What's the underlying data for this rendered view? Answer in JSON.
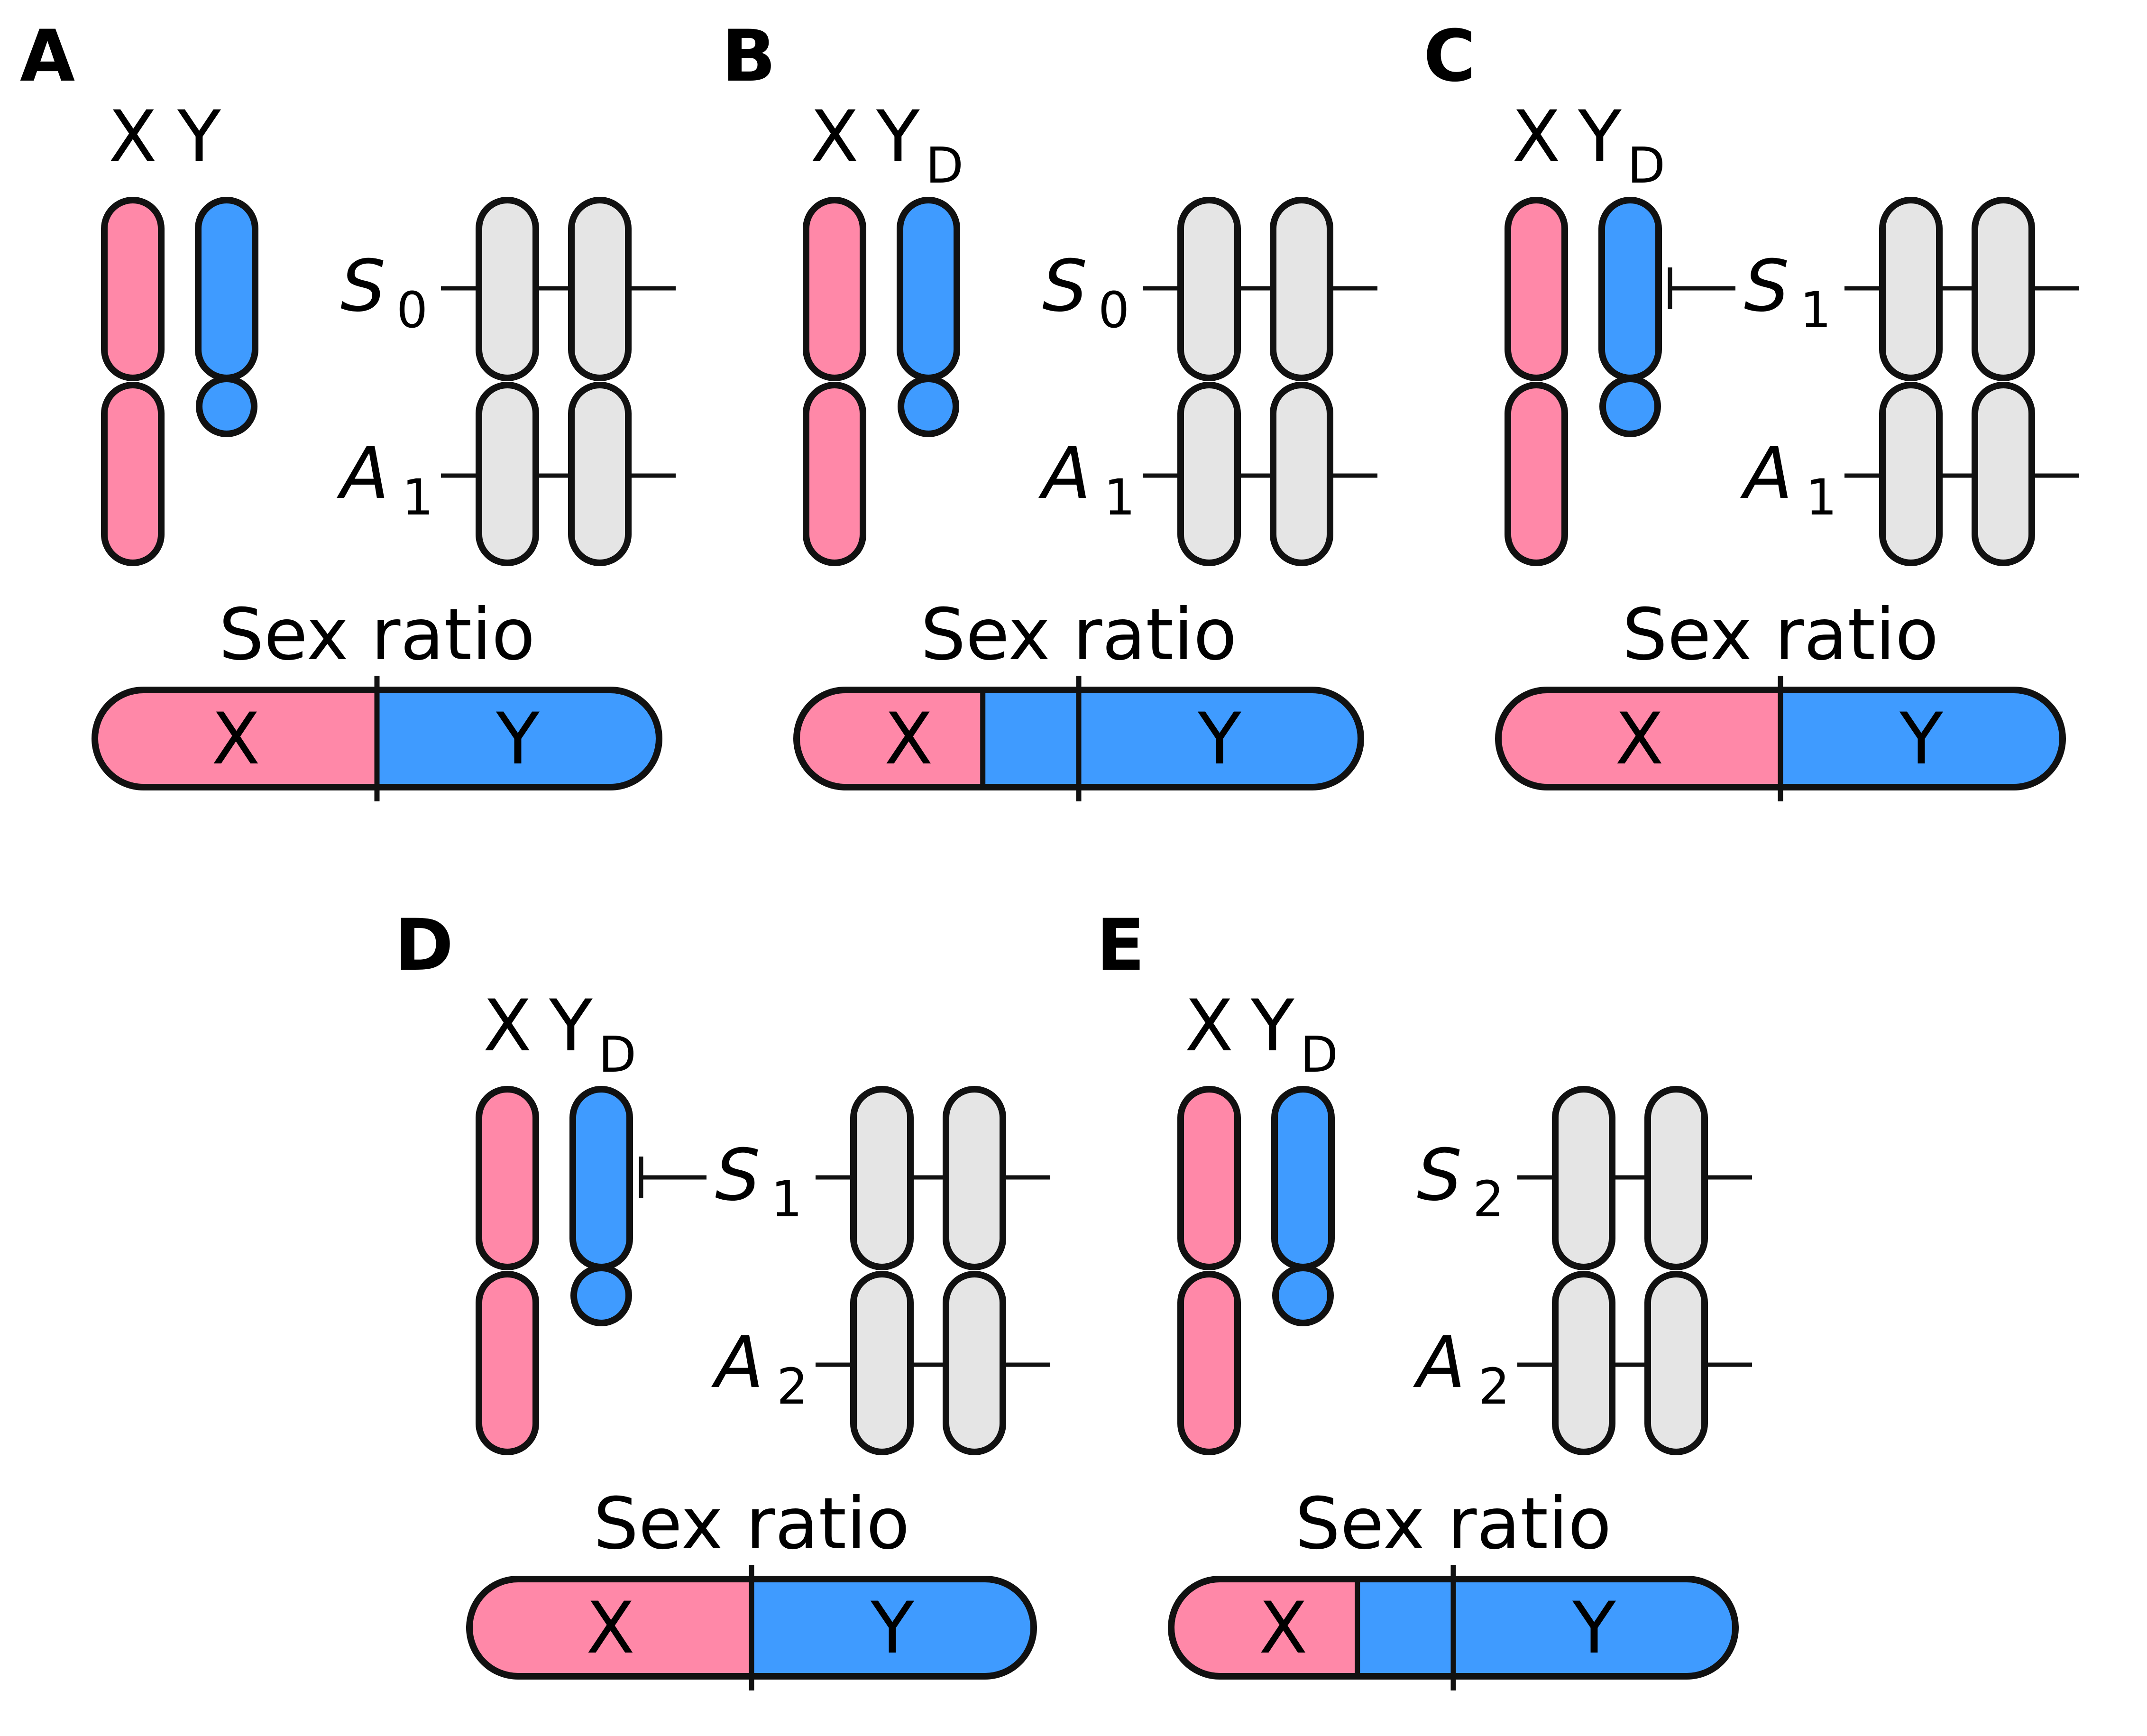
{
  "colors": {
    "x_chromosome": "#ff88a8",
    "y_chromosome": "#3f9bff",
    "autosome": "#e5e5e5",
    "outline": "#111111",
    "background": "#ffffff"
  },
  "ratio_title": "Sex ratio",
  "panels": [
    {
      "letter": "A",
      "x_label": "X",
      "y_label": "Y",
      "y_subscript": "",
      "s_label": "S",
      "s_subscript": "0",
      "a_label": "A",
      "a_subscript": "1",
      "suppressed": false,
      "bar_x_label": "X",
      "bar_y_label": "Y",
      "x_fraction": 0.5
    },
    {
      "letter": "B",
      "x_label": "X",
      "y_label": "Y",
      "y_subscript": "D",
      "s_label": "S",
      "s_subscript": "0",
      "a_label": "A",
      "a_subscript": "1",
      "suppressed": false,
      "bar_x_label": "X",
      "bar_y_label": "Y",
      "x_fraction": 0.33
    },
    {
      "letter": "C",
      "x_label": "X",
      "y_label": "Y",
      "y_subscript": "D",
      "s_label": "S",
      "s_subscript": "1",
      "a_label": "A",
      "a_subscript": "1",
      "suppressed": true,
      "bar_x_label": "X",
      "bar_y_label": "Y",
      "x_fraction": 0.5
    },
    {
      "letter": "D",
      "x_label": "X",
      "y_label": "Y",
      "y_subscript": "D",
      "s_label": "S",
      "s_subscript": "1",
      "a_label": "A",
      "a_subscript": "2",
      "suppressed": true,
      "bar_x_label": "X",
      "bar_y_label": "Y",
      "x_fraction": 0.5
    },
    {
      "letter": "E",
      "x_label": "X",
      "y_label": "Y",
      "y_subscript": "D",
      "s_label": "S",
      "s_subscript": "2",
      "a_label": "A",
      "a_subscript": "2",
      "suppressed": false,
      "bar_x_label": "X",
      "bar_y_label": "Y",
      "x_fraction": 0.33
    }
  ]
}
